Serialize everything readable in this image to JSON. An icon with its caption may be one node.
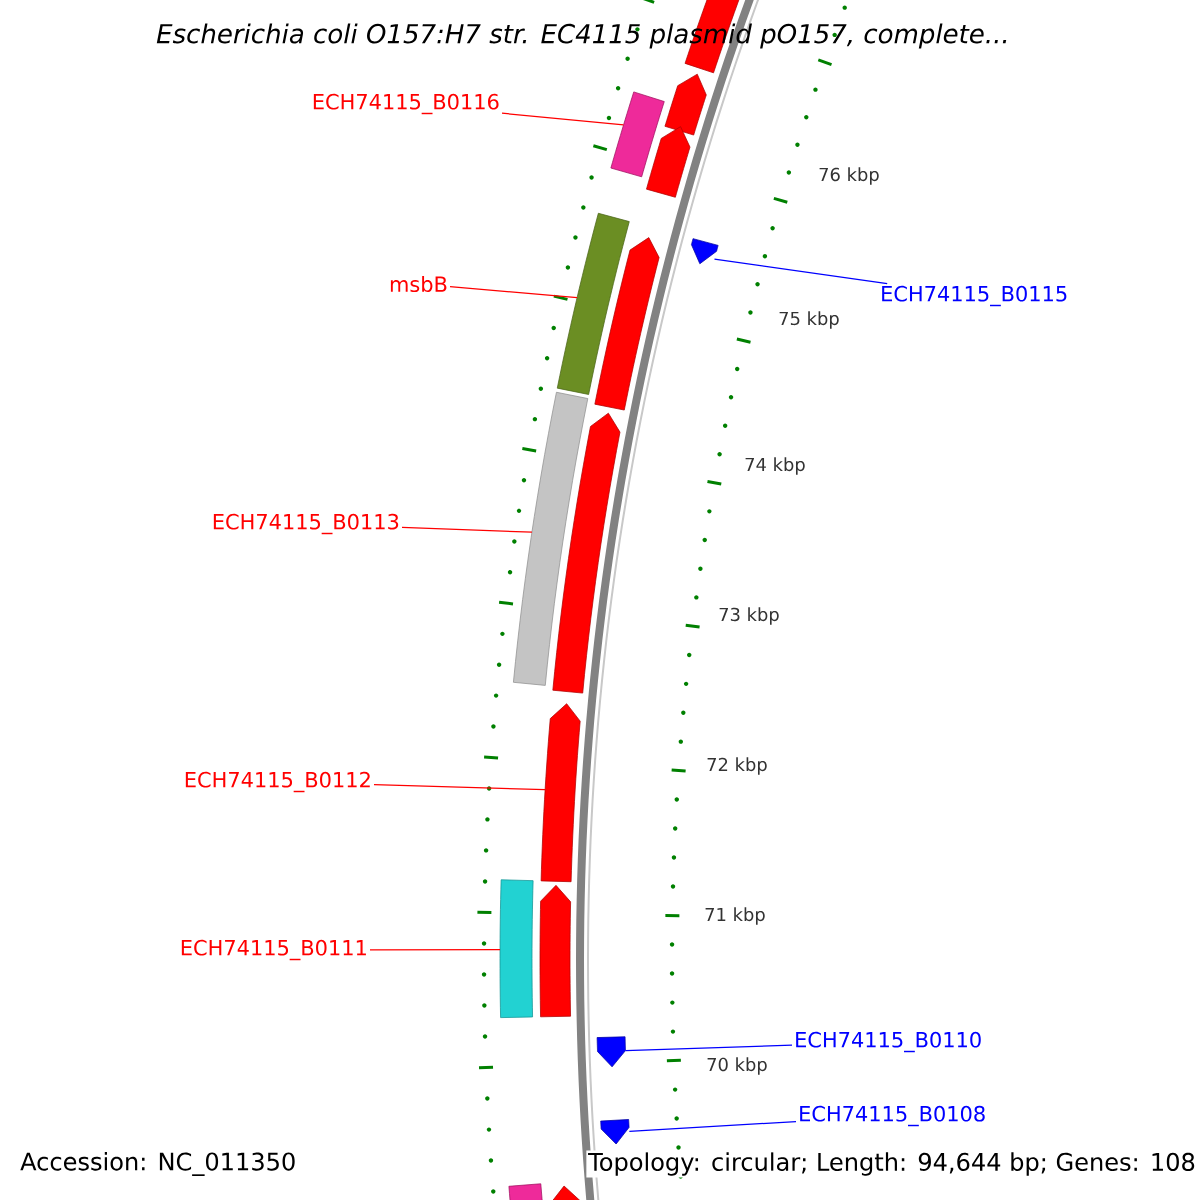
{
  "diagram": {
    "title": "Escherichia coli O157:H7 str. EC4115 plasmid pO157, complete...",
    "nodes": [
      {
        "text": [
          "ECH74115_B0116"
        ]
      },
      {
        "text": [],
        "shape": "box"
      },
      {
        "text": [
          "msbB"
        ]
      },
      {
        "text": [],
        "shape": "box"
      },
      {
        "text": [
          "ECH74115_B0115"
        ]
      },
      {
        "text": [],
        "shape": "arrow"
      },
      {
        "text": [
          "ECH74115_B0113"
        ]
      },
      {
        "text": [],
        "shape": "box"
      },
      {
        "text": [
          "ECH74115_B0112"
        ]
      },
      {
        "text": [],
        "shape": "arrow"
      },
      {
        "text": [
          "ECH74115_B0111"
        ]
      },
      {
        "text": [],
        "shape": "box"
      },
      {
        "text": [
          "ECH74115_B0110"
        ]
      },
      {
        "text": [],
        "shape": "arrow"
      },
      {
        "text": [
          "ECH74115_B0108"
        ]
      },
      {
        "text": [],
        "shape": "arrow"
      },
      {
        "text": [],
        "shape": "arrow"
      },
      {
        "text": [],
        "shape": "arrow"
      },
      {
        "text": [],
        "shape": "arrow"
      },
      {
        "text": [],
        "shape": "arrow"
      },
      {
        "text": [],
        "shape": "arrow"
      },
      {
        "text": [],
        "shape": "arrow"
      },
      {
        "text": [],
        "shape": "arrow"
      },
      {
        "text": [],
        "shape": "box"
      }
    ],
    "edges": [
      {
        "from": 0,
        "to": 1,
        "arrow": "none"
      },
      {
        "from": 2,
        "to": 3,
        "arrow": "none"
      },
      {
        "from": 4,
        "to": 5,
        "arrow": "none",
        "color": "#0000ff"
      },
      {
        "from": 6,
        "to": 7,
        "arrow": "none"
      },
      {
        "from": 8,
        "to": 9,
        "arrow": "none"
      },
      {
        "from": 10,
        "to": 11,
        "arrow": "none"
      },
      {
        "from": 12,
        "to": 13,
        "arrow": "none",
        "color": "#0000ff"
      },
      {
        "from": 14,
        "to": 15,
        "arrow": "none",
        "color": "#0000ff"
      }
    ],
    "labels": [
      "76 kbp",
      "75 kbp",
      "74 kbp",
      "73 kbp",
      "72 kbp",
      "71 kbp",
      "70 kbp",
      "Accession: NC_011350",
      "Topology: circular; Length: 94,644 bp; Genes: 108"
    ]
  }
}
